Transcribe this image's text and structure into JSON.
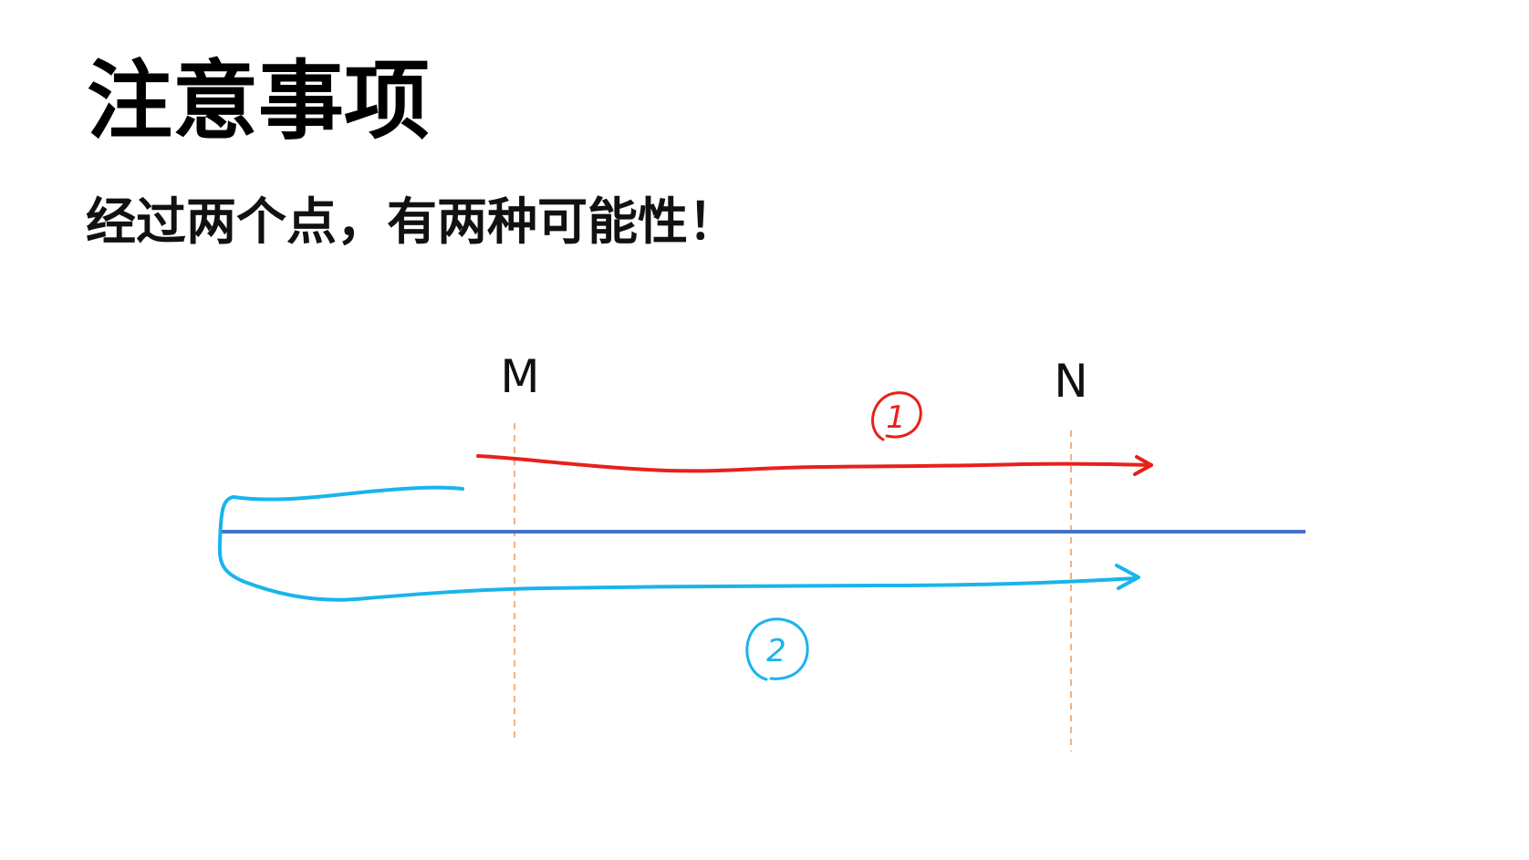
{
  "slide": {
    "title": "注意事项",
    "subtitle": "经过两个点，有两种可能性！"
  },
  "diagram": {
    "points": [
      {
        "label": "M"
      },
      {
        "label": "N"
      }
    ],
    "paths": [
      {
        "label": "1",
        "color": "#e8201c"
      },
      {
        "label": "2",
        "color": "#19b4ec"
      }
    ],
    "colors": {
      "number_line": "#4472c4",
      "guide_line": "#f4b183",
      "point_label": "#111111"
    }
  }
}
